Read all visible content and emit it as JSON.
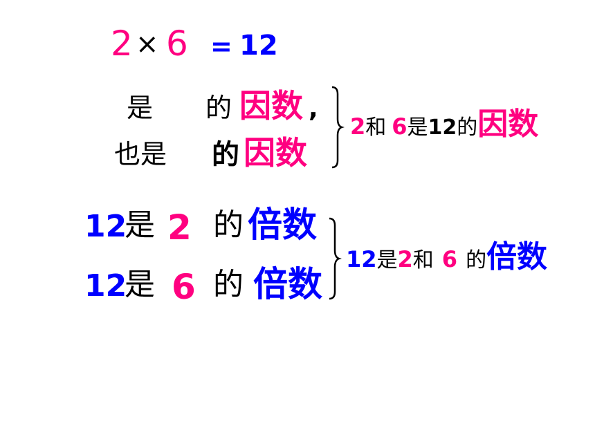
{
  "equation": {
    "a": "2",
    "op": "×",
    "b": "6",
    "eq": "=",
    "result": "12"
  },
  "factor_block": {
    "line1": {
      "shi": "是",
      "de": "的",
      "term": "因数",
      "comma": ","
    },
    "line2": {
      "yeshi": "也是",
      "de": "的",
      "term": "因数"
    },
    "summary": {
      "n1": "2",
      "he": "和",
      "n2": "6",
      "shi": "是",
      "n3": "12",
      "de": "的",
      "term": "因数"
    }
  },
  "multiple_block": {
    "line1": {
      "n": "12",
      "shi": "是",
      "m": "2",
      "de": "的",
      "term": "倍数"
    },
    "line2": {
      "n": "12",
      "shi": "是",
      "m": "6",
      "de": "的",
      "term": "倍数"
    },
    "summary": {
      "n": "12",
      "shi": "是",
      "m1": "2",
      "he": "和",
      "m2": "6",
      "de": "的",
      "term": "倍数"
    }
  },
  "colors": {
    "pink": "#ff0080",
    "blue": "#0000ff",
    "black": "#000000"
  }
}
